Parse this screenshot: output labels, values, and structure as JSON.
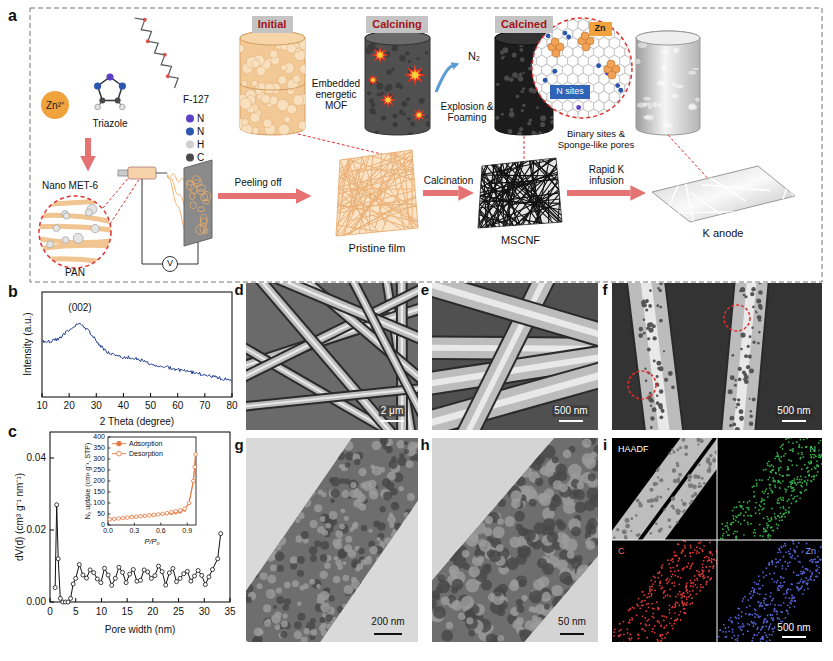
{
  "diagram": {
    "nodes": [
      {
        "text": [
          "Zn²⁺"
        ]
      },
      {
        "text": [
          "Initial"
        ]
      },
      {
        "text": [
          "Calcining"
        ]
      },
      {
        "text": [
          "Calcined"
        ]
      },
      {
        "text": [
          "Zn"
        ]
      },
      {
        "text": [
          "N sites"
        ]
      },
      {
        "text": [
          "V"
        ]
      },
      {
        "text": [
          "Pristine film"
        ]
      },
      {
        "text": [
          "MSCNF"
        ]
      },
      {
        "text": [
          "K anode"
        ]
      }
    ],
    "edges": [
      {
        "from": 7,
        "to": 8,
        "label": "Calcination",
        "arrow": "to"
      },
      {
        "from": 8,
        "to": 9,
        "label": "Rapid K infusion",
        "arrow": "to"
      }
    ],
    "labels": [
      "a",
      "Triazole",
      "F-127",
      "Nano MET-6",
      "PAN",
      "Peeling off",
      "Embedded energetic MOF",
      "N₂",
      "Explosion & Foaming",
      "Binary sites & Sponge-like pores",
      "b",
      "(002)",
      "Intensity (a.u.)",
      "2 Theta (degree)",
      "10",
      "20",
      "30",
      "40",
      "50",
      "60",
      "70",
      "80",
      "c",
      "dV(d) (cm³ g⁻¹ nm⁻¹)",
      "0.04",
      "0.02",
      "0.00",
      "Pore width (nm)",
      "0",
      "5",
      "10",
      "15",
      "20",
      "25",
      "30",
      "35",
      "N₂ uptake (cm³ g⁻¹, STP)",
      "0",
      "50",
      "100",
      "150",
      "200",
      "250",
      "300",
      "350",
      "400",
      "0.0",
      "0.3",
      "0.6",
      "0.9",
      "P/P₀",
      "d",
      "2 μm",
      "e",
      "500 nm",
      "f",
      "500 nm",
      "g",
      "200 nm",
      "h",
      "50 nm",
      "i",
      "HAADF",
      "N",
      "C",
      "Zn",
      "500 nm"
    ],
    "legend": [
      {
        "text": "N",
        "color": "#5b3fc4"
      },
      {
        "text": "N",
        "color": "#2b56b0"
      },
      {
        "text": "H",
        "color": "#cfcfcf"
      },
      {
        "text": "C",
        "color": "#4a4a4a"
      },
      {
        "text": "Adsorption"
      },
      {
        "text": "Desorption"
      }
    ]
  }
}
